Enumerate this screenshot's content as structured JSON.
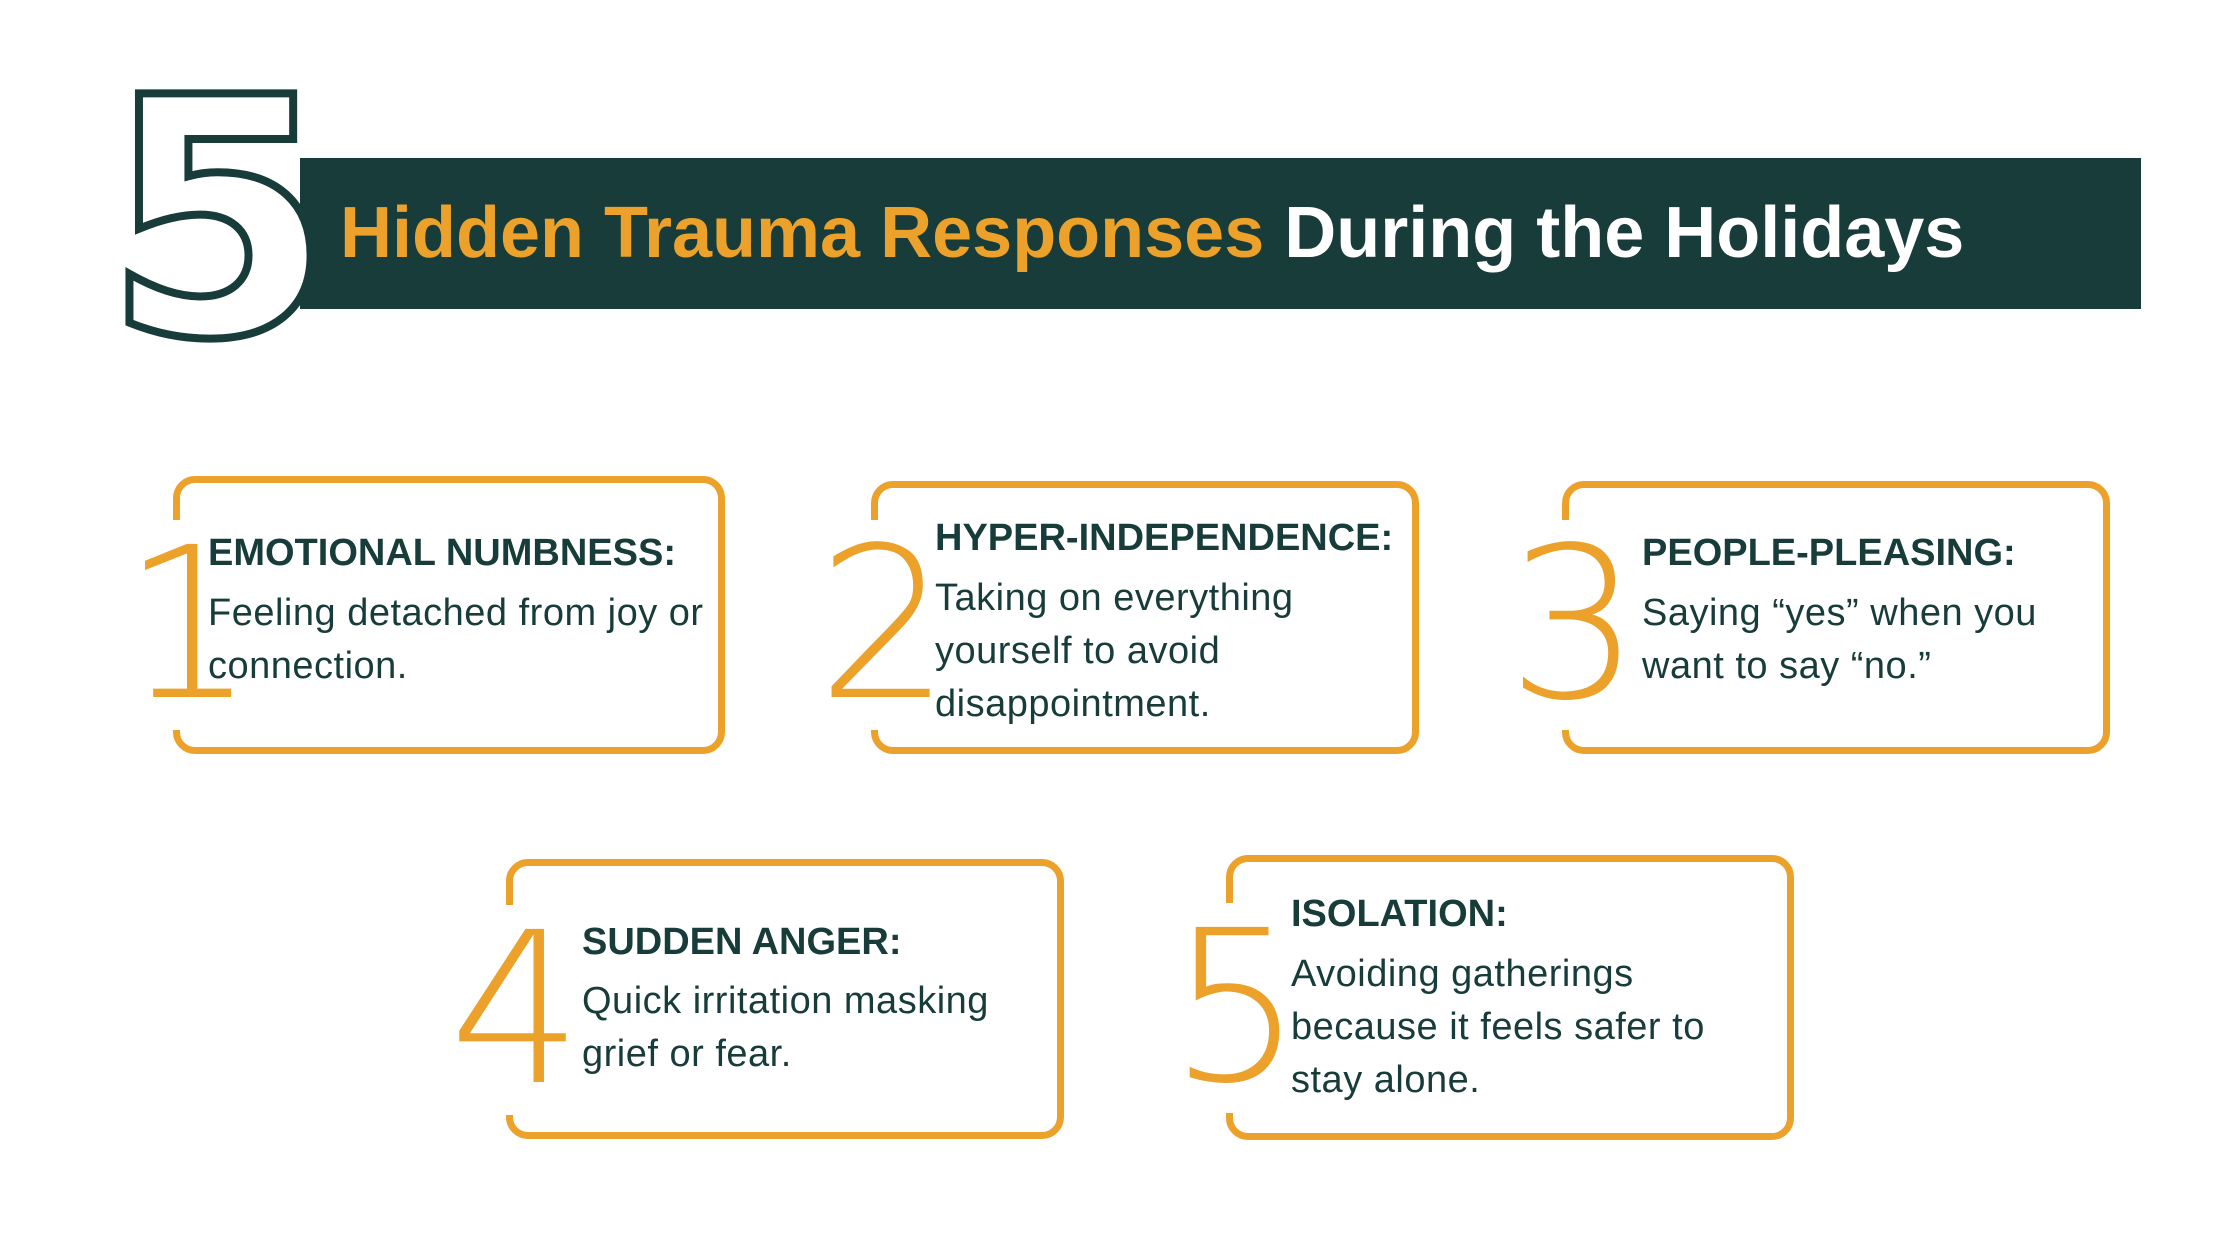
{
  "header": {
    "number": "5",
    "title_accent": "Hidden Trauma Responses",
    "title_rest": "During the Holidays"
  },
  "colors": {
    "dark_green": "#173c3a",
    "orange": "#eba12a",
    "background": "#ffffff"
  },
  "items": [
    {
      "number": "1",
      "title": "EMOTIONAL NUMBNESS:",
      "text": "Feeling detached from joy or connection."
    },
    {
      "number": "2",
      "title": "HYPER-INDEPENDENCE:",
      "text": "Taking on everything yourself to avoid disappointment."
    },
    {
      "number": "3",
      "title": "PEOPLE-PLEASING:",
      "text": "Saying “yes” when you want to say “no.”"
    },
    {
      "number": "4",
      "title": "SUDDEN ANGER:",
      "text": "Quick irritation masking grief or fear."
    },
    {
      "number": "5",
      "title": "ISOLATION:",
      "text": "Avoiding gatherings because it feels safer to stay alone."
    }
  ]
}
